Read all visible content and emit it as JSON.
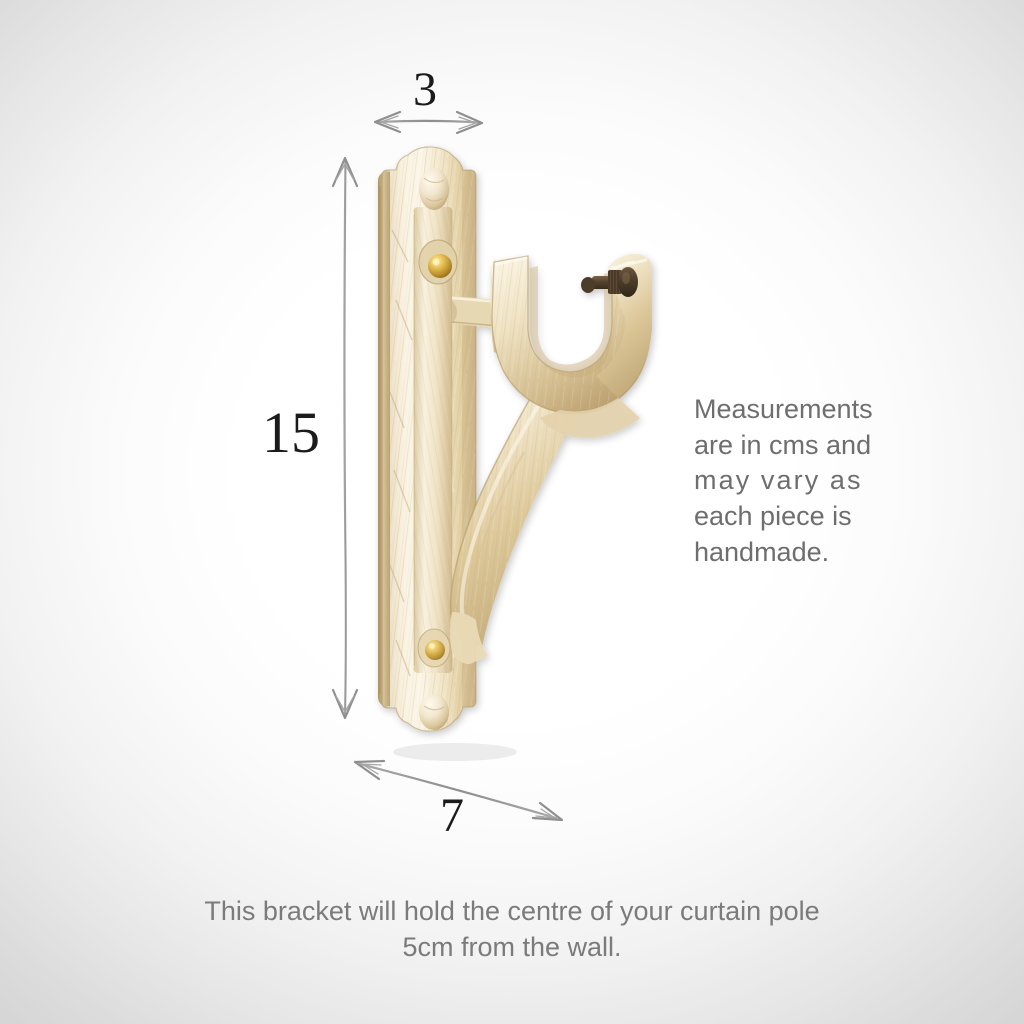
{
  "page": {
    "background_center_color": "#ffffff",
    "background_edge_color": "#d4d4d4"
  },
  "product": {
    "name": "curtain-pole-bracket",
    "finish_name": "cream and gold distressed",
    "body_color": "#f2e7cf",
    "body_highlight_color": "#fdf8ec",
    "body_shadow_color": "#c9b489",
    "gold_accent_color": "#c9a84c",
    "pin_color": "#4a3b2e"
  },
  "dimensions": {
    "height": {
      "label": "15",
      "axis": "vertical",
      "unit": "cm"
    },
    "width": {
      "label": "3",
      "axis": "horizontal",
      "unit": "cm"
    },
    "depth": {
      "label": "7",
      "axis": "diagonal",
      "unit": "cm"
    },
    "arrow_color": "#9a9a9a"
  },
  "note": {
    "lines": [
      "Measurements",
      "are in cms and",
      "may vary as",
      "each piece is",
      "handmade."
    ],
    "spread_line_index": 2,
    "color": "#6e6e6e"
  },
  "caption": {
    "lines": [
      "This bracket will hold the centre of your curtain pole",
      "5cm from the wall."
    ],
    "color": "#7b7b7b"
  }
}
